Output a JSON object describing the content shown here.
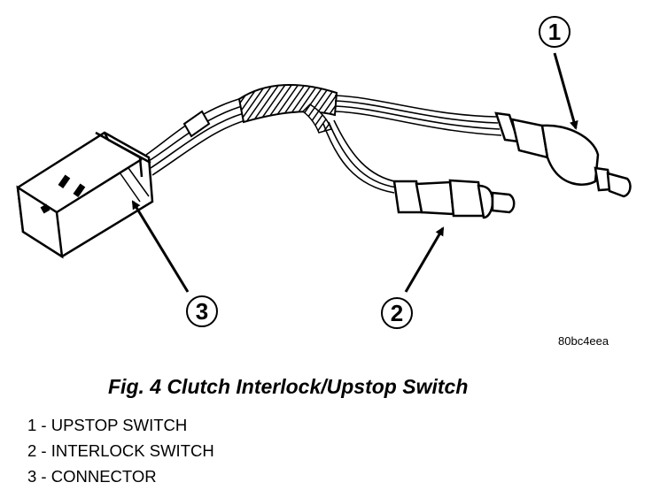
{
  "diagram": {
    "ref_code": "80bc4eea",
    "caption": "Fig. 4 Clutch Interlock/Upstop Switch",
    "callouts": [
      {
        "number": "1"
      },
      {
        "number": "2"
      },
      {
        "number": "3"
      }
    ],
    "legend": [
      {
        "text": "1 - UPSTOP SWITCH"
      },
      {
        "text": "2 - INTERLOCK SWITCH"
      },
      {
        "text": "3 - CONNECTOR"
      }
    ]
  }
}
